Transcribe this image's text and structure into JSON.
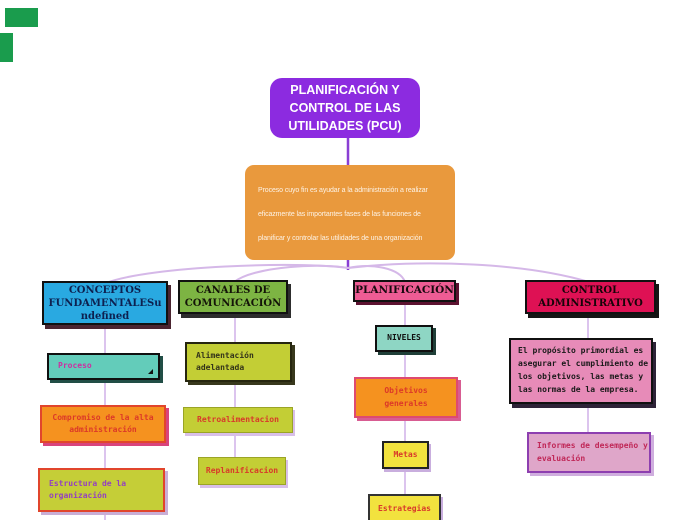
{
  "root_node": {
    "label": "PLANIFICACIÓN Y CONTROL DE LAS UTILIDADES (PCU)"
  },
  "summary_node": {
    "lines": [
      "Proceso cuyo fin es ayudar a la administración a realizar",
      "eficazmente las importantes fases de las funciones de",
      "planificar y controlar las utilidades de una organización"
    ]
  },
  "branches": [
    {
      "title": "CONCEPTOS FUNDAMENTALESundefined",
      "children": [
        {
          "label": "Proceso"
        },
        {
          "label": "Compromiso de la alta administración"
        },
        {
          "label": "Estructura de la organización"
        }
      ]
    },
    {
      "title": "CANALES DE COMUNICACIÓN",
      "children": [
        {
          "label": "Alimentación adelantada"
        },
        {
          "label": "Retroalimentacion"
        },
        {
          "label": "Replanificacion"
        }
      ]
    },
    {
      "title": "PLANIFICACIÓN",
      "children": [
        {
          "label": "NIVELES"
        },
        {
          "label": "Objetivos generales"
        },
        {
          "label": "Metas"
        },
        {
          "label": "Estrategias"
        }
      ]
    },
    {
      "title": "CONTROL ADMINISTRATIVO",
      "children": [
        {
          "label": "El propósito primordial es asegurar el cumplimiento de los objetivos, las metas y las normas de la empresa."
        },
        {
          "label": "Informes de desempeño y evaluación"
        }
      ]
    }
  ],
  "colors": {
    "root_purple": "#8c2be0",
    "summary_orange": "#e9993d",
    "header_blue": "#29a9e1",
    "header_green": "#7db443",
    "header_pink": "#ee5c94",
    "header_red": "#de1154",
    "node_teal": "#63ccba",
    "node_yellow_green": "#c3ce35",
    "node_orange": "#f5921f",
    "node_yellow": "#f2e23e",
    "node_pink": "#e78bb8",
    "wire_purple": "#8a3fd4",
    "wire_lavender": "#d5b8e8"
  }
}
